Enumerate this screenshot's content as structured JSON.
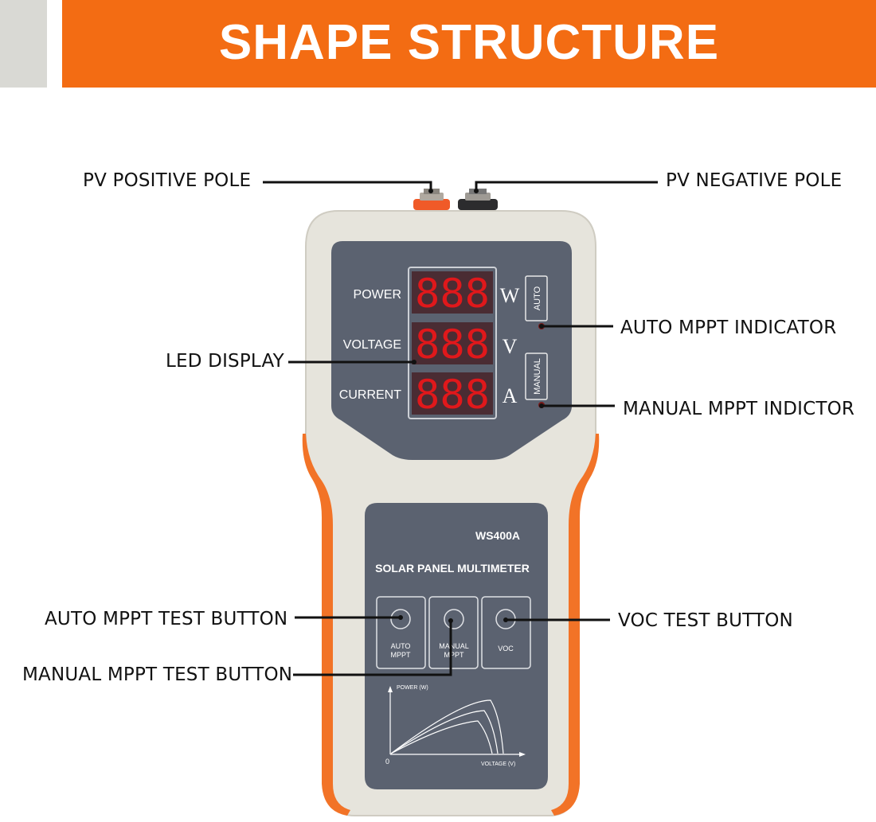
{
  "header": {
    "title": "SHAPE STRUCTURE",
    "bar_color": "#f36c13",
    "accent_color": "#d9d9d4"
  },
  "callouts": {
    "pv_positive": "PV POSITIVE POLE",
    "pv_negative": "PV NEGATIVE POLE",
    "auto_indicator": "AUTO MPPT INDICATOR",
    "led_display": "LED DISPLAY",
    "manual_indicator": "MANUAL MPPT INDICTOR",
    "auto_button": "AUTO MPPT TEST BUTTON",
    "voc_button": "VOC TEST BUTTON",
    "manual_button": "MANUAL MPPT TEST BUTTON"
  },
  "device": {
    "display": {
      "rows": [
        {
          "label": "POWER",
          "digits": "888",
          "unit": "W"
        },
        {
          "label": "VOLTAGE",
          "digits": "888",
          "unit": "V"
        },
        {
          "label": "CURRENT",
          "digits": "888",
          "unit": "A"
        }
      ],
      "auto_tag": "AUTO",
      "manual_tag": "MANUAL"
    },
    "model": "WS400A",
    "product_name": "SOLAR PANEL MULTIMETER",
    "buttons": [
      {
        "line1": "AUTO",
        "line2": "MPPT"
      },
      {
        "line1": "MANUAL",
        "line2": "MPPT"
      },
      {
        "line1": "VOC",
        "line2": ""
      }
    ],
    "graph": {
      "y_label": "POWER (W)",
      "x_label": "VOLTAGE (V)",
      "origin": "0"
    },
    "colors": {
      "body": "#e6e4dc",
      "grip": "#f27327",
      "panel": "#5b6270",
      "led": "#e0181b"
    }
  }
}
